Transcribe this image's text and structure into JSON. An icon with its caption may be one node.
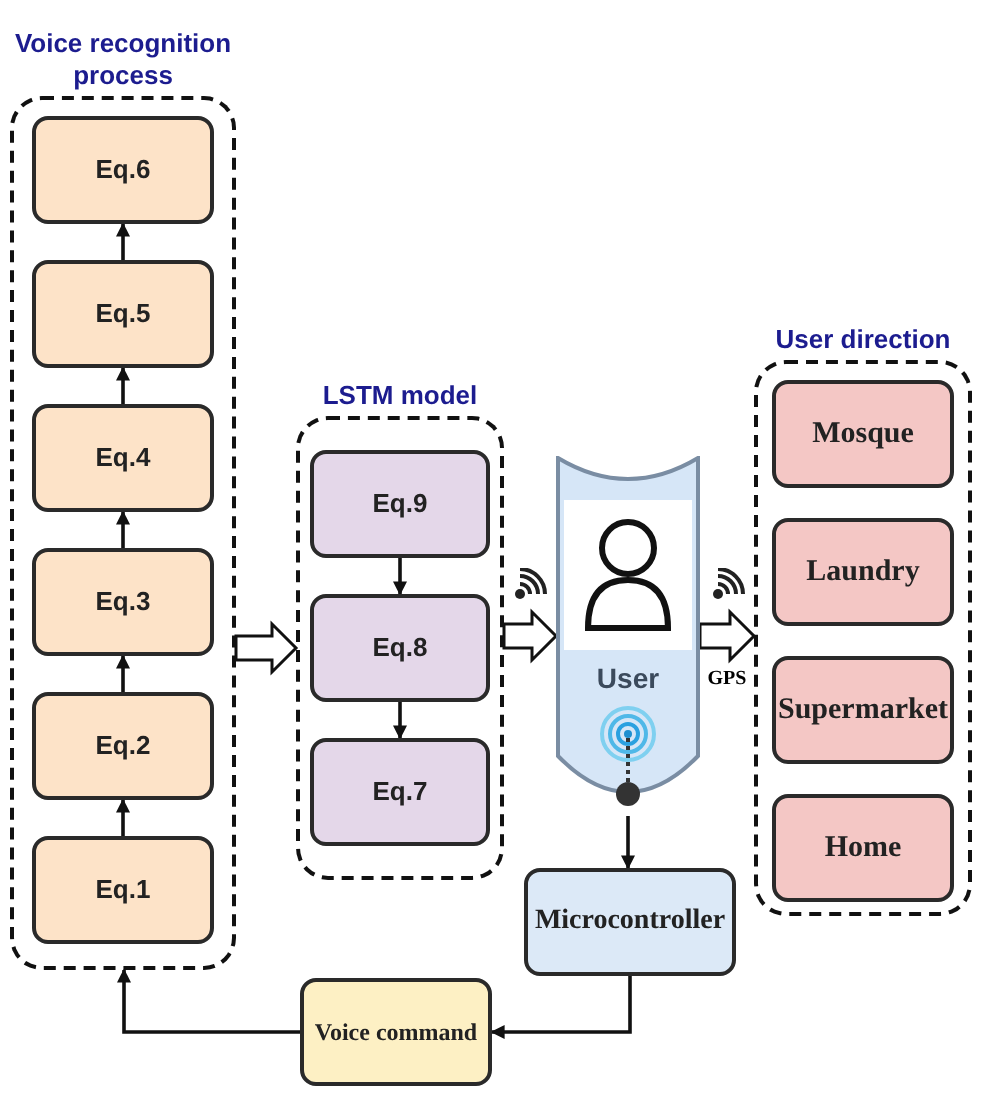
{
  "diagram": {
    "nodes": [
      {
        "text": [
          "Voice recognition process"
        ]
      },
      {
        "text": [
          "Eq.6"
        ],
        "in": 0
      },
      {
        "text": [
          "Eq.5"
        ],
        "in": 0
      },
      {
        "text": [
          "Eq.4"
        ],
        "in": 0
      },
      {
        "text": [
          "Eq.3"
        ],
        "in": 0
      },
      {
        "text": [
          "Eq.2"
        ],
        "in": 0
      },
      {
        "text": [
          "Eq.1"
        ],
        "in": 0
      },
      {
        "text": [
          "LSTM model"
        ]
      },
      {
        "text": [
          "Eq.9"
        ],
        "in": 7
      },
      {
        "text": [
          "Eq.8"
        ],
        "in": 7
      },
      {
        "text": [
          "Eq.7"
        ],
        "in": 7
      },
      {
        "text": [
          "User"
        ]
      },
      {
        "text": [
          "User direction"
        ]
      },
      {
        "text": [
          "Mosque"
        ],
        "in": 12
      },
      {
        "text": [
          "Laundry"
        ],
        "in": 12
      },
      {
        "text": [
          "Supermarket"
        ],
        "in": 12
      },
      {
        "text": [
          "Home"
        ],
        "in": 12
      },
      {
        "text": [
          "Microcontroller"
        ]
      },
      {
        "text": [
          "Voice command"
        ]
      }
    ],
    "edges": [
      {
        "from": 6,
        "to": 5,
        "arrow": "to"
      },
      {
        "from": 5,
        "to": 4,
        "arrow": "to"
      },
      {
        "from": 4,
        "to": 3,
        "arrow": "to"
      },
      {
        "from": 3,
        "to": 2,
        "arrow": "to"
      },
      {
        "from": 2,
        "to": 1,
        "arrow": "to"
      },
      {
        "from": 8,
        "to": 9,
        "arrow": "to"
      },
      {
        "from": 9,
        "to": 10,
        "arrow": "to"
      },
      {
        "from": 0,
        "to": 7,
        "arrow": "to",
        "style": "thick"
      },
      {
        "from": 7,
        "to": 11,
        "arrow": "to",
        "style": "thick"
      },
      {
        "from": 11,
        "to": 12,
        "arrow": "to",
        "style": "thick",
        "label": "GPS"
      },
      {
        "from": 11,
        "to": 17,
        "arrow": "to"
      },
      {
        "from": 17,
        "to": 18,
        "arrow": "to"
      },
      {
        "from": 18,
        "to": 0,
        "arrow": "to"
      }
    ]
  }
}
